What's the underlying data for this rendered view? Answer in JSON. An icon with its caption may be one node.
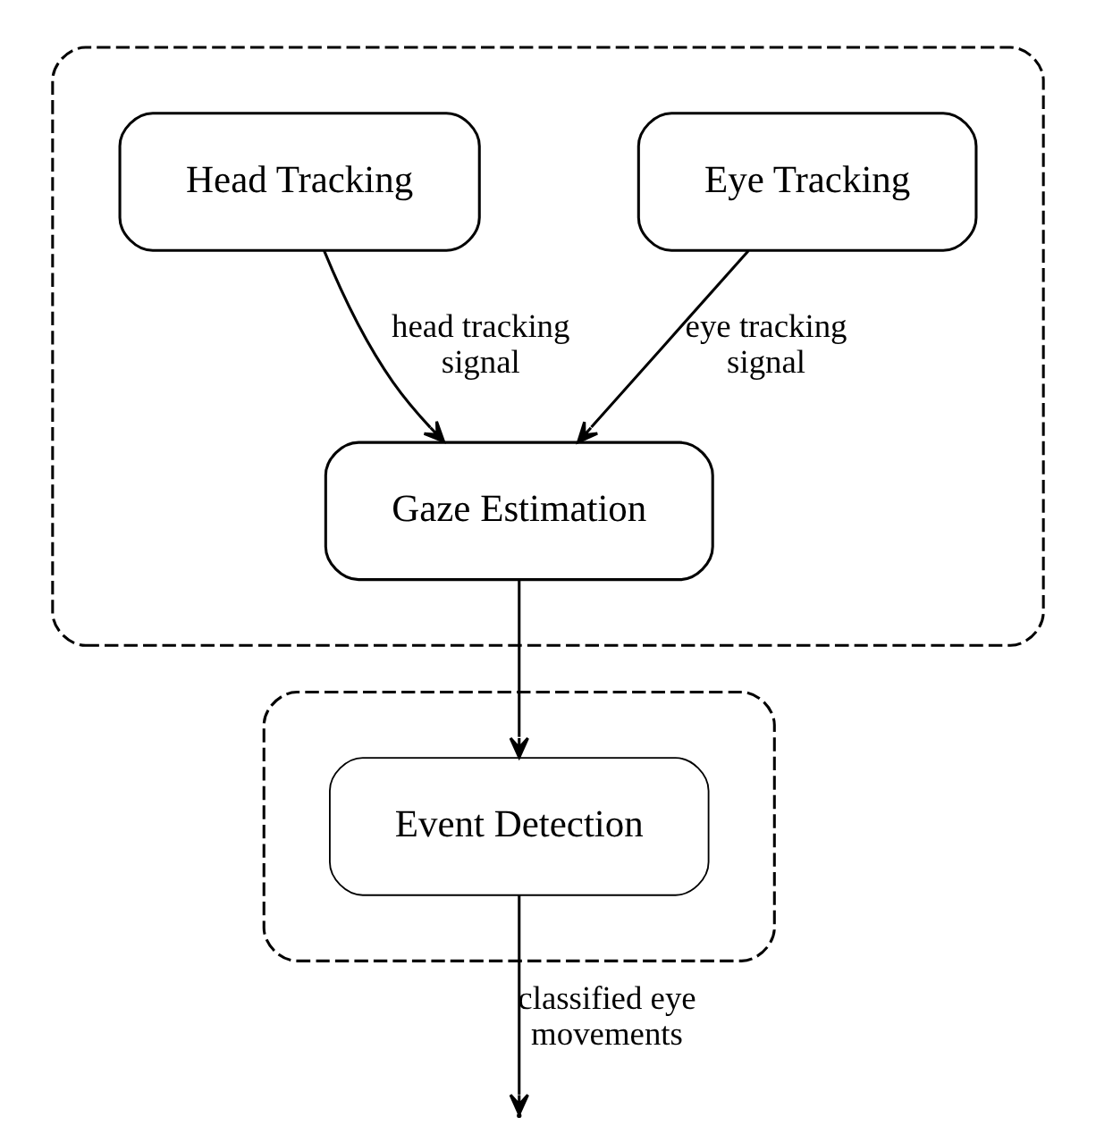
{
  "diagram": {
    "nodes": [
      {
        "text": [],
        "shape": "box"
      },
      {
        "text": [
          "Eye Tracking"
        ],
        "in": 0
      },
      {
        "text": [
          "Head Tracking"
        ],
        "in": 0
      },
      {
        "text": [
          "Gaze Estimation"
        ],
        "in": 0
      },
      {
        "text": [],
        "shape": "box"
      },
      {
        "text": [
          "Event Detection"
        ],
        "in": 4
      }
    ],
    "edges": [
      {
        "from": 1,
        "to": 3,
        "arrow": "to",
        "label": "eye tracking signal"
      },
      {
        "from": 2,
        "to": 3,
        "arrow": "to",
        "label": "head tracking signal"
      },
      {
        "from": 3,
        "to": 5,
        "arrow": "to"
      },
      {
        "from": 5,
        "to": null,
        "arrow": "to",
        "label": "classified eye movements"
      }
    ]
  }
}
